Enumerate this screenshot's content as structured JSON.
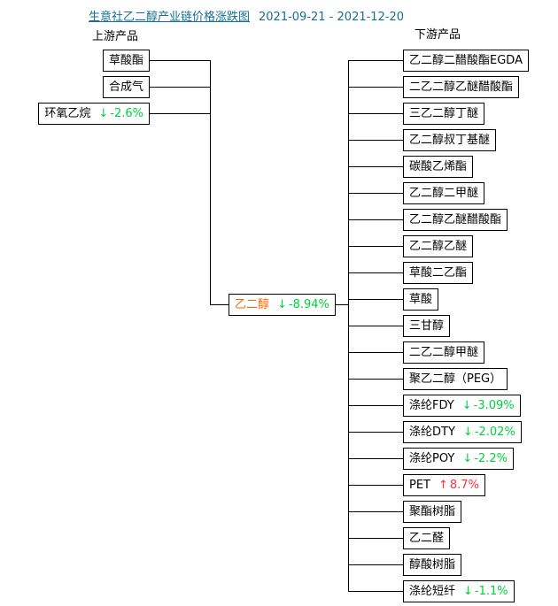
{
  "header": {
    "title": "生意社乙二醇产业链价格涨跌图",
    "date_range": "2021-09-21 - 2021-12-20"
  },
  "sections": {
    "upstream_label": "上游产品",
    "downstream_label": "下游产品"
  },
  "center_node": {
    "name": "乙二醇",
    "arrow": "↓",
    "change": "-8.94%",
    "direction": "down"
  },
  "upstream": [
    {
      "name": "草酸酯"
    },
    {
      "name": "合成气"
    },
    {
      "name": "环氧乙烷",
      "arrow": "↓",
      "change": "-2.6%",
      "direction": "down"
    }
  ],
  "downstream": [
    {
      "name": "乙二醇二醋酸酯EGDA"
    },
    {
      "name": "二乙二醇乙醚醋酸酯"
    },
    {
      "name": "三乙二醇丁醚"
    },
    {
      "name": "乙二醇叔丁基醚"
    },
    {
      "name": "碳酸乙烯酯"
    },
    {
      "name": "乙二醇二甲醚"
    },
    {
      "name": "乙二醇乙醚醋酸酯"
    },
    {
      "name": "乙二醇乙醚"
    },
    {
      "name": "草酸二乙酯"
    },
    {
      "name": "草酸"
    },
    {
      "name": "三甘醇"
    },
    {
      "name": "二乙二醇甲醚"
    },
    {
      "name": "聚乙二醇（PEG）"
    },
    {
      "name": "涤纶FDY",
      "arrow": "↓",
      "change": "-3.09%",
      "direction": "down"
    },
    {
      "name": "涤纶DTY",
      "arrow": "↓",
      "change": "-2.02%",
      "direction": "down"
    },
    {
      "name": "涤纶POY",
      "arrow": "↓",
      "change": "-2.2%",
      "direction": "down"
    },
    {
      "name": "PET",
      "arrow": "↑",
      "change": "8.7%",
      "direction": "up"
    },
    {
      "name": "聚酯树脂"
    },
    {
      "name": "乙二醛"
    },
    {
      "name": "醇酸树脂"
    },
    {
      "name": "涤纶短纤",
      "arrow": "↓",
      "change": "-1.1%",
      "direction": "down"
    }
  ],
  "colors": {
    "title": "#136f95",
    "down": "#00d13c",
    "up": "#ff3333",
    "center_name": "#ff6600",
    "line": "#000000"
  }
}
